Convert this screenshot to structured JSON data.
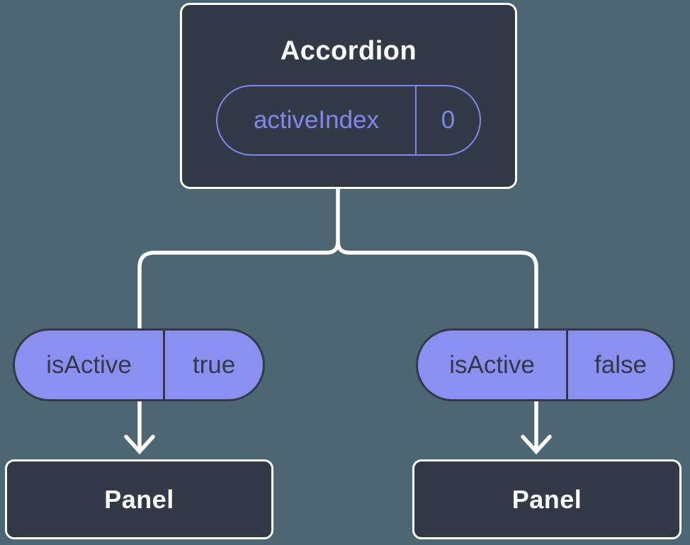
{
  "colors": {
    "background": "#4c6771",
    "node_fill": "#333a47",
    "node_border": "#ffffff",
    "accent": "#8087ea",
    "pill_fill": "#8b90f0",
    "pill_border": "#333a47",
    "pill_text": "#333a47",
    "connector": "#ffffff"
  },
  "tree": {
    "root": {
      "title": "Accordion",
      "prop": {
        "name": "activeIndex",
        "value": "0"
      }
    },
    "children": [
      {
        "prop": {
          "name": "isActive",
          "value": "true"
        },
        "panel": "Panel"
      },
      {
        "prop": {
          "name": "isActive",
          "value": "false"
        },
        "panel": "Panel"
      }
    ]
  }
}
